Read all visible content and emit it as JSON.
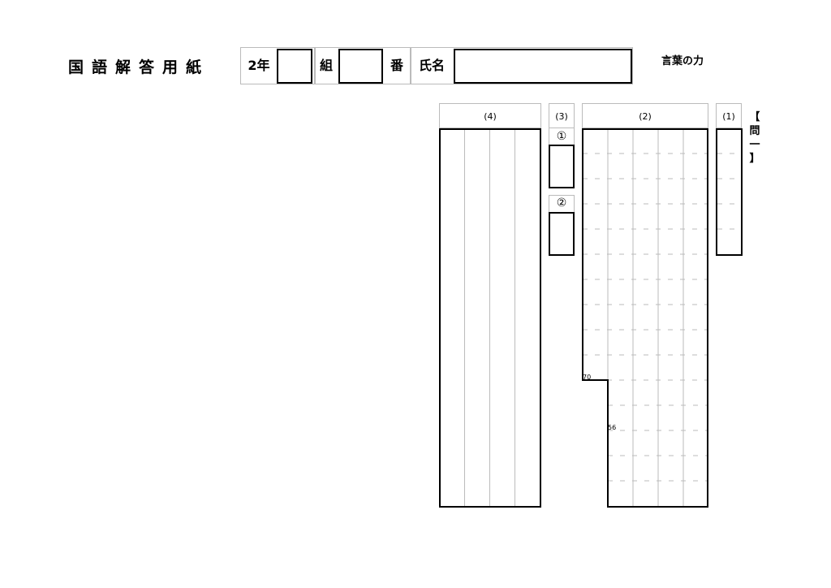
{
  "header": {
    "title": "国語解答用紙",
    "grade_label": "2年",
    "class_label": "組",
    "number_label": "番",
    "name_label": "氏名",
    "subtitle": "言葉の力"
  },
  "section": {
    "label_top": "【",
    "label_mid1": "問",
    "label_mid2": "一",
    "label_bottom": "】"
  },
  "questions": {
    "q1": "(1)",
    "q2": "(2)",
    "q3": "(3)",
    "q4": "(4)",
    "q3_sub1": "①",
    "q3_sub2": "②",
    "q2_mark_70": "70",
    "q2_mark_56": "56"
  }
}
